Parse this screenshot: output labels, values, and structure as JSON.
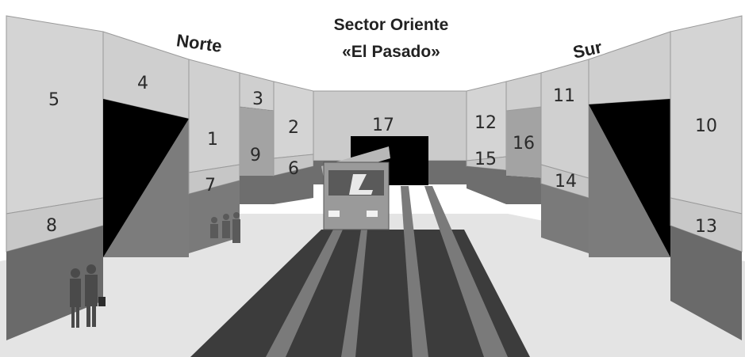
{
  "title": {
    "line1": "Sector Oriente",
    "line2": "«El Pasado»"
  },
  "labels": {
    "north": "Norte",
    "south": "Sur"
  },
  "zones": {
    "z1": "1",
    "z2": "2",
    "z3": "3",
    "z4": "4",
    "z5": "5",
    "z6": "6",
    "z7": "7",
    "z8": "8",
    "z9": "9",
    "z10": "10",
    "z11": "11",
    "z12": "12",
    "z13": "13",
    "z14": "14",
    "z15": "15",
    "z16": "16",
    "z17": "17"
  },
  "colors": {
    "wall_light": "#d2d2d2",
    "wall_mid": "#a8a8a8",
    "wall_dark": "#6e6e6e",
    "opening": "#000000",
    "floor": "#e6e6e6",
    "track": "#3c3c3c",
    "rail": "#7a7a7a"
  }
}
